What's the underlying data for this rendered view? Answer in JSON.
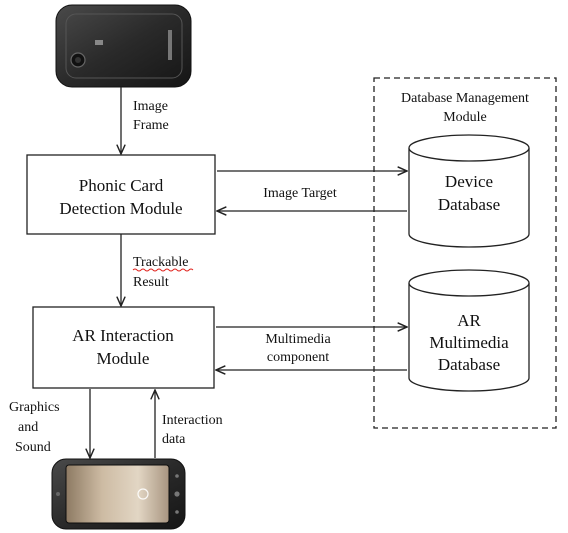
{
  "module_group": {
    "title_line1": "Database Management",
    "title_line2": "Module"
  },
  "nodes": {
    "phonic_card": {
      "line1": "Phonic Card",
      "line2": "Detection Module"
    },
    "ar_interaction": {
      "line1": "AR Interaction",
      "line2": "Module"
    },
    "device_db": {
      "line1": "Device",
      "line2": "Database"
    },
    "ar_multimedia_db": {
      "line1": "AR",
      "line2": "Multimedia",
      "line3": "Database"
    }
  },
  "edges": {
    "image_frame": {
      "line1": "Image",
      "line2": "Frame"
    },
    "image_target": {
      "label": "Image Target"
    },
    "trackable_result": {
      "line1": "Trackable",
      "line2": "Result"
    },
    "multimedia_component": {
      "line1": "Multimedia",
      "line2": "component"
    },
    "graphics_sound": {
      "line1": "Graphics",
      "line2": "and",
      "line3": "Sound"
    },
    "interaction_data": {
      "line1": "Interaction",
      "line2": "data"
    }
  },
  "images": {
    "top_phone": "phone-back-icon",
    "bottom_phone": "smartphone-screen-icon"
  },
  "colors": {
    "stroke": "#222222",
    "phone_body": "#2b2b2b",
    "screen": "#b9a893",
    "spellcheck": "#e0201a"
  }
}
